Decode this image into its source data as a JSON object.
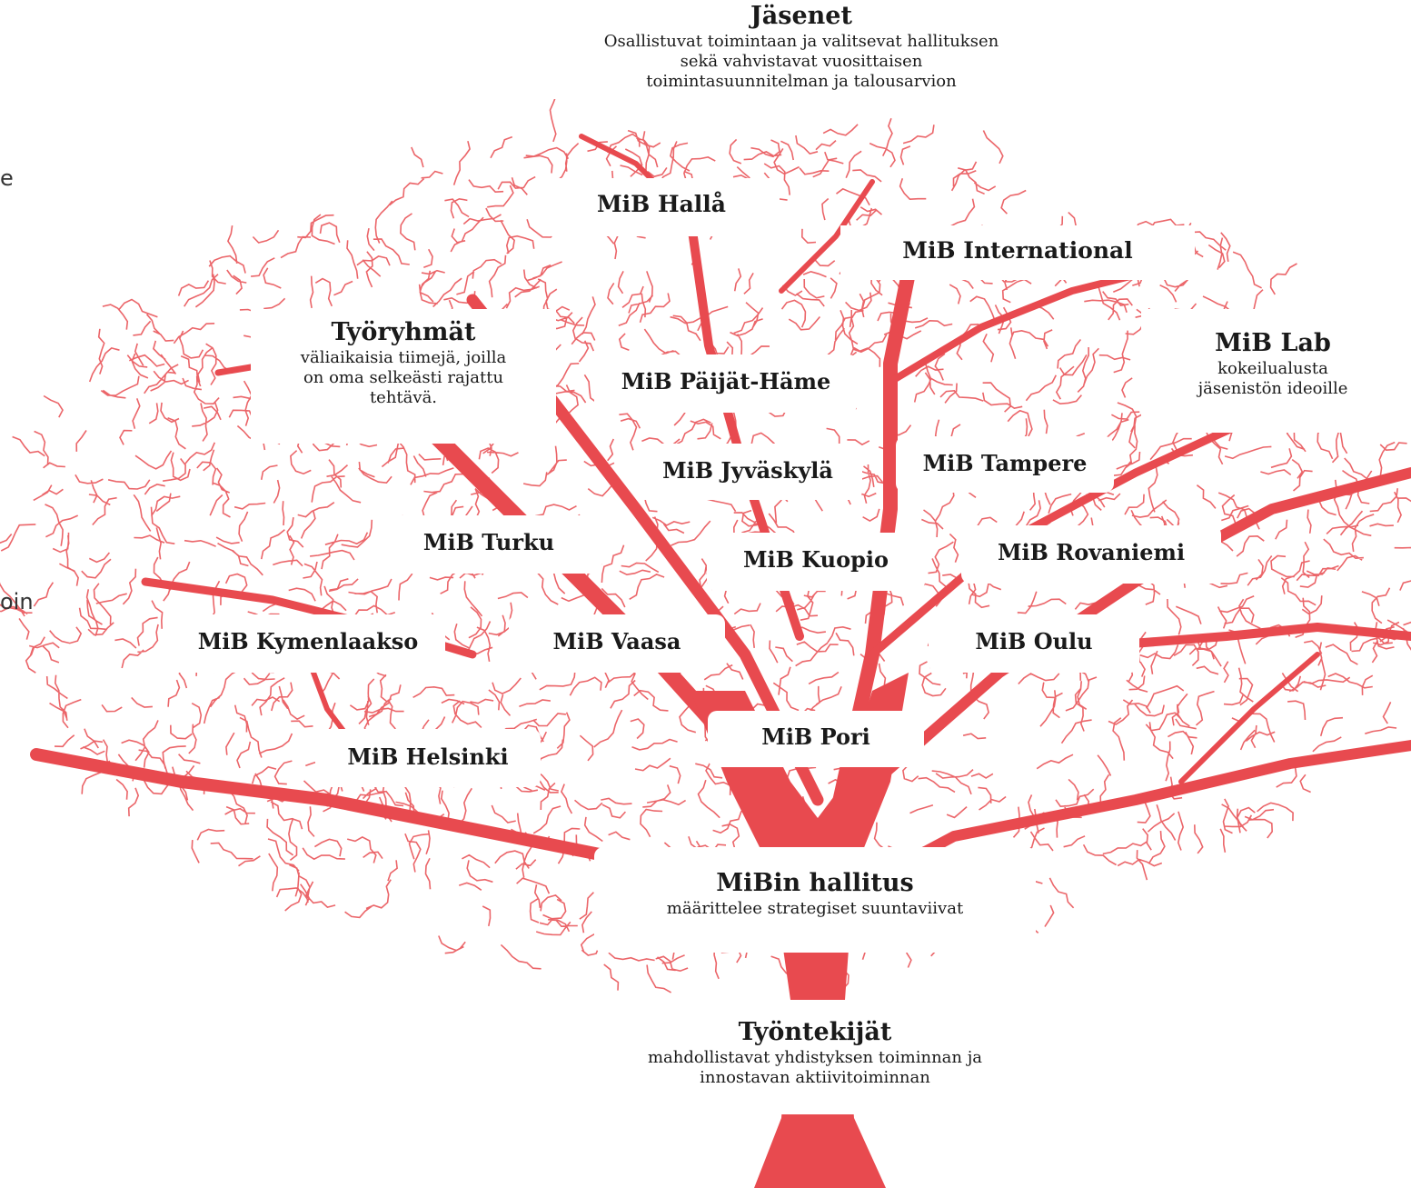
{
  "colors": {
    "tree": "#e84a4f",
    "label_bg": "#ffffff",
    "text": "#1a1a1a"
  },
  "partial_left_text": [
    "e",
    "oin"
  ],
  "nodes": {
    "jasenet": {
      "title": "Jäsenet",
      "desc_lines": [
        "Osallistuvat toimintaan ja valitsevat hallituksen",
        "sekä vahvistavat vuosittaisen",
        "toimintasuunnitelman ja talousarvion"
      ]
    },
    "tyoryhmat": {
      "title": "Työryhmät",
      "desc_lines": [
        "väliaikaisia tiimejä, joilla",
        "on oma selkeästi rajattu",
        "tehtävä."
      ]
    },
    "lab": {
      "title": "MiB Lab",
      "desc_lines": [
        "kokeilualusta",
        "jäsenistön ideoille"
      ]
    },
    "halla": {
      "title": "MiB Hallå"
    },
    "international": {
      "title": "MiB International"
    },
    "paijat": {
      "title": "MiB Päijät-Häme"
    },
    "jyvaskyla": {
      "title": "MiB Jyväskylä"
    },
    "tampere": {
      "title": "MiB Tampere"
    },
    "turku": {
      "title": "MiB Turku"
    },
    "kuopio": {
      "title": "MiB Kuopio"
    },
    "rovaniemi": {
      "title": "MiB Rovaniemi"
    },
    "kymenlaakso": {
      "title": "MiB Kymenlaakso"
    },
    "vaasa": {
      "title": "MiB Vaasa"
    },
    "oulu": {
      "title": "MiB Oulu"
    },
    "pori": {
      "title": "MiB Pori"
    },
    "helsinki": {
      "title": "MiB Helsinki"
    },
    "hallitus": {
      "title": "MiBin hallitus",
      "desc_lines": [
        "määrittelee strategiset suuntaviivat"
      ]
    },
    "tyontekijat": {
      "title": "Työntekijät",
      "desc_lines": [
        "mahdollistavat yhdistyksen toiminnan ja",
        "innostavan aktiivitoiminnan"
      ]
    }
  }
}
